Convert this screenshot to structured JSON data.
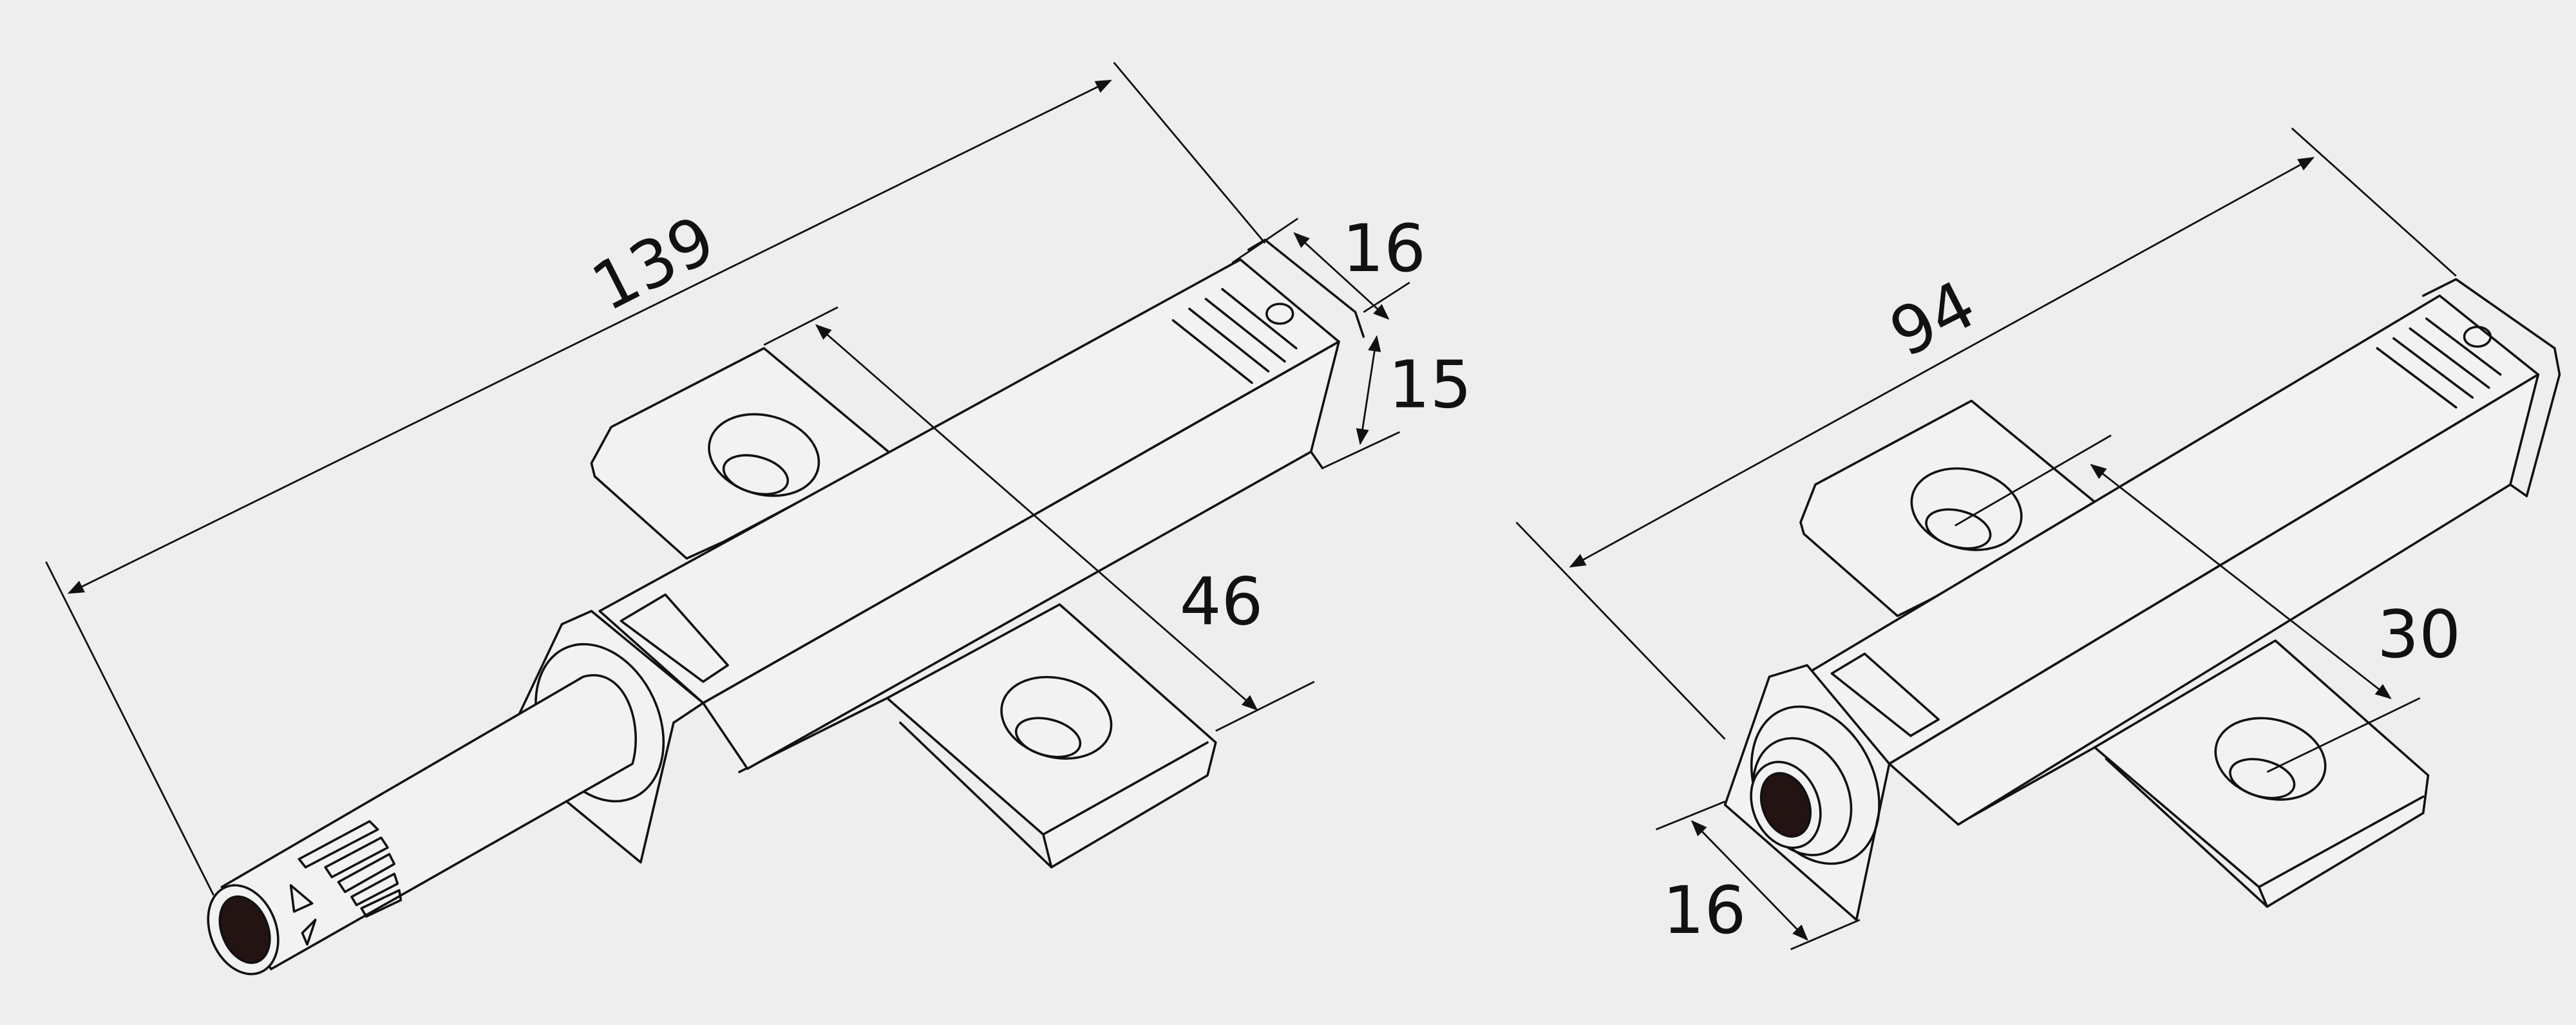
{
  "colors": {
    "background": "#eeeeee",
    "line": "#111111",
    "hole": "#231313"
  },
  "left_drawing": {
    "dimensions": {
      "length": "139",
      "end_width": "16",
      "height": "15",
      "flange_span": "46"
    }
  },
  "right_drawing": {
    "dimensions": {
      "length": "94",
      "flange_span": "30",
      "end_width": "16"
    }
  }
}
